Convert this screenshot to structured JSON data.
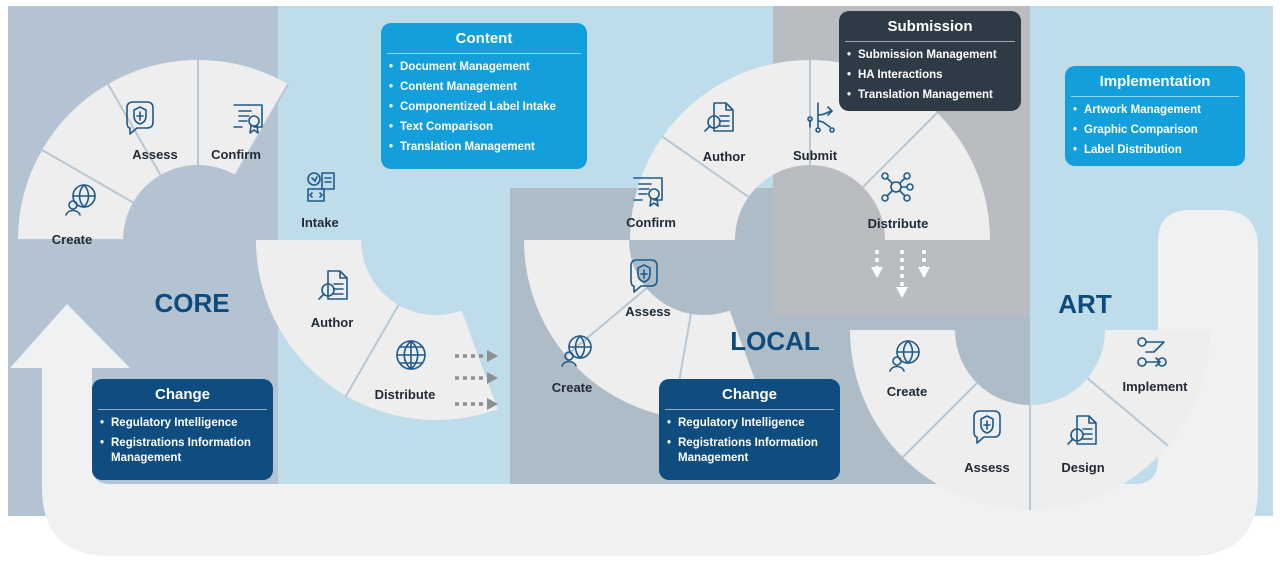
{
  "regions": {
    "core": "CORE",
    "local": "LOCAL",
    "art": "ART"
  },
  "segments": {
    "core": [
      "Create",
      "Assess",
      "Confirm",
      "Intake",
      "Author",
      "Distribute"
    ],
    "local": [
      "Create",
      "Assess",
      "Confirm",
      "Author",
      "Submit",
      "Distribute"
    ],
    "art": [
      "Create",
      "Assess",
      "Design",
      "Implement"
    ]
  },
  "boxes": {
    "content": {
      "title": "Content",
      "items": [
        "Document Management",
        "Content Management",
        "Componentized Label Intake",
        "Text Comparison",
        "Translation Management"
      ]
    },
    "submission": {
      "title": "Submission",
      "items": [
        "Submission Management",
        "HA Interactions",
        "Translation Management"
      ]
    },
    "implementation": {
      "title": "Implementation",
      "items": [
        "Artwork Management",
        "Graphic Comparison",
        "Label Distribution"
      ]
    },
    "change_core": {
      "title": "Change",
      "items": [
        "Regulatory Intelligence",
        "Registrations Information Management"
      ]
    },
    "change_local": {
      "title": "Change",
      "items": [
        "Regulatory Intelligence",
        "Registrations Information Management"
      ]
    }
  },
  "colors": {
    "core_bg": "#b3c3d1",
    "light_bg": "#bfdcea",
    "local_bg": "#aebcc8",
    "gray_bg": "#b9bdc1",
    "segment": "#eeeeee",
    "segment_divider": "#b7c7d3",
    "content_box": "#139fdc",
    "change_box": "#0f4c7f",
    "submission_box": "#2e3b47"
  }
}
